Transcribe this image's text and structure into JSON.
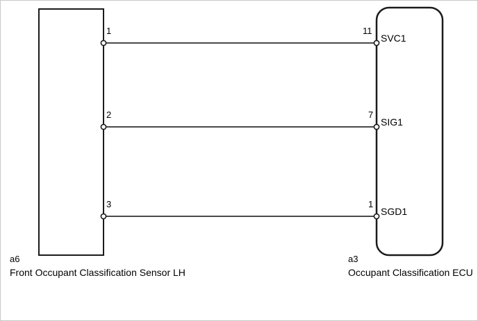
{
  "diagram": {
    "type": "wiring-harness-connection",
    "background_color": "#ffffff",
    "line_color": "#1a1a1a",
    "wire_color": "#4a4a4a",
    "terminal_fill": "#ffffff"
  },
  "left_connector": {
    "code": "a6",
    "name": "Front Occupant Classification Sensor LH",
    "shape": "rectangle",
    "pins": [
      {
        "number": "1"
      },
      {
        "number": "2"
      },
      {
        "number": "3"
      }
    ]
  },
  "right_connector": {
    "code": "a3",
    "name": "Occupant Classification ECU",
    "shape": "rounded-rectangle",
    "pins": [
      {
        "number": "11",
        "signal": "SVC1"
      },
      {
        "number": "7",
        "signal": "SIG1"
      },
      {
        "number": "1",
        "signal": "SGD1"
      }
    ]
  },
  "wires": [
    {
      "from_pin": "1",
      "to_pin": "11",
      "to_signal": "SVC1"
    },
    {
      "from_pin": "2",
      "to_pin": "7",
      "to_signal": "SIG1"
    },
    {
      "from_pin": "3",
      "to_pin": "1",
      "to_signal": "SGD1"
    }
  ]
}
